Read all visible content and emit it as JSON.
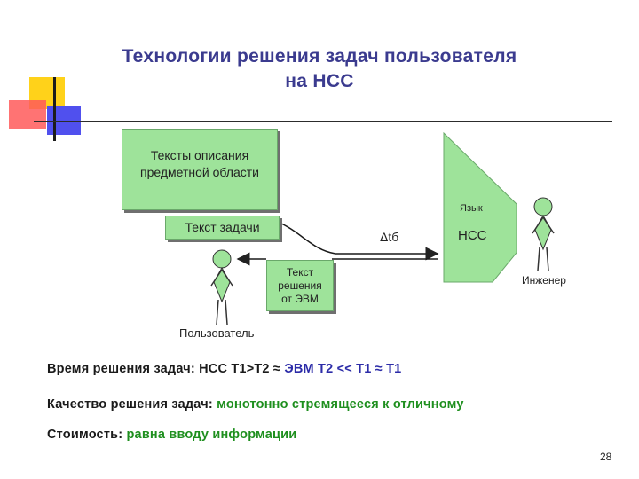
{
  "title": {
    "line1": "Технологии  решения  задач  пользователя",
    "line2": "на  НСС"
  },
  "boxes": {
    "description": "Тексты описания предметной области",
    "task": "Текст задачи",
    "solution": "Текст решения от ЭВМ"
  },
  "labels": {
    "delta": "Δtб",
    "language": "Язык",
    "nss": "НСС",
    "engineer": "Инженер",
    "user": "Пользователь"
  },
  "info": {
    "time_label": "Время решения задач:",
    "time_nss": "НСС Т1>Т2",
    "time_approx": "≈",
    "time_evm": "ЭВМ Т2 << Т1",
    "time_approx2": "≈",
    "time_t1": "Т1",
    "quality_label": "Качество решения задач:",
    "quality_value": "монотонно стремящееся к отличному",
    "cost_label": "Стоимость:",
    "cost_value": "равна вводу информации"
  },
  "page_number": "28",
  "colors": {
    "box_fill": "#9ee39a",
    "title": "#3b3b8f",
    "green_text": "#1e8f1e",
    "blue_text": "#2c2ca8"
  }
}
